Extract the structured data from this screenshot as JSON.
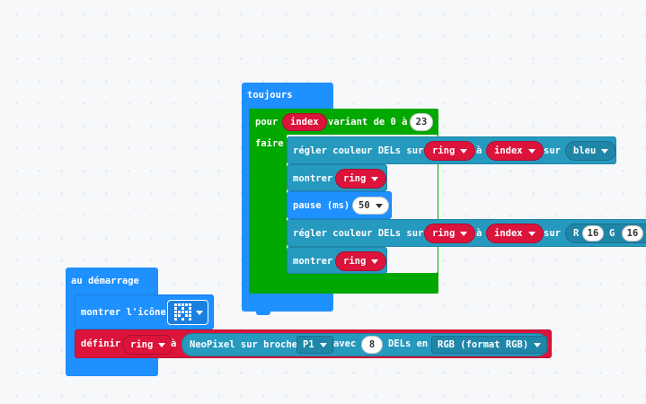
{
  "toujours": {
    "header": "toujours",
    "for_label": "pour",
    "for_var": "index",
    "for_mid": "variant de 0 à",
    "for_end": "23",
    "do_label": "faire",
    "set1": {
      "label": "régler couleur DELs sur",
      "strip": "ring",
      "at": "à",
      "index": "index",
      "on": "sur",
      "color": "bleu"
    },
    "show1": {
      "label": "montrer",
      "strip": "ring"
    },
    "pause": {
      "label": "pause (ms)",
      "value": "50"
    },
    "set2": {
      "label": "régler couleur DELs sur",
      "strip": "ring",
      "at": "à",
      "index": "index",
      "on": "sur",
      "r_label": "R",
      "r_value": "16",
      "g_label": "G",
      "g_value": "16"
    },
    "show2": {
      "label": "montrer",
      "strip": "ring"
    }
  },
  "start": {
    "header": "au démarrage",
    "show_icon_label": "montrer l'icône",
    "define_label": "définir",
    "define_var": "ring",
    "define_at": "à",
    "neopixel_label": "NeoPixel sur broche",
    "pin": "P1",
    "with_label": "avec",
    "count": "8",
    "leds_label": "DELs en",
    "format": "RGB (format RGB)"
  },
  "colors": {
    "basic": "#1e90ff",
    "loops": "#00a800",
    "neopixel": "#2699bf",
    "variables": "#dc143c"
  },
  "icons": [
    "dropdown-caret-icon",
    "led-icon-picker"
  ]
}
